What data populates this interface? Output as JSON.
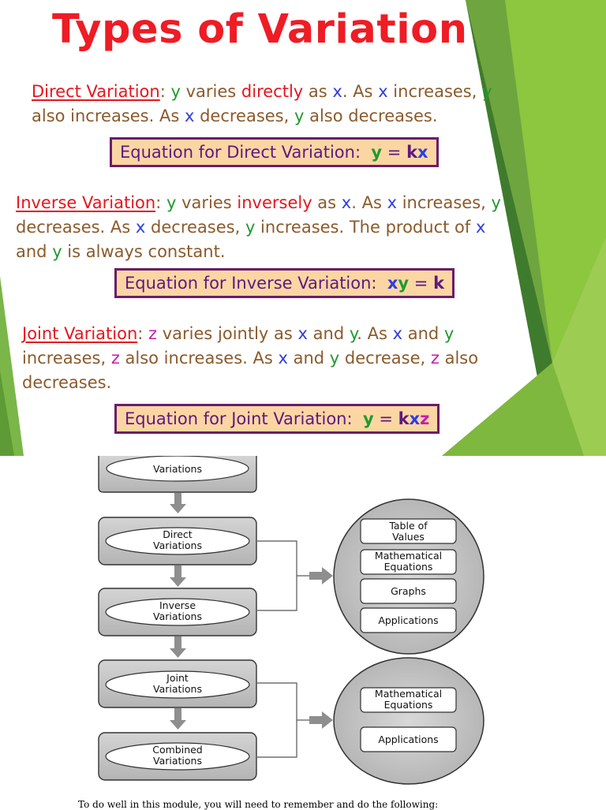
{
  "slide": {
    "title": "Types of Variation",
    "direct": {
      "label": "Direct Variation",
      "equation_label": "Equation for Direct Variation:",
      "equation": {
        "y": "y",
        "eq": "=",
        "k": "k",
        "x": "x"
      }
    },
    "inverse": {
      "label": "Inverse Variation",
      "equation_label": "Equation for Inverse Variation:",
      "equation": {
        "x": "x",
        "y": "y",
        "eq": "=",
        "k": "k"
      }
    },
    "joint": {
      "label": "Joint Variation",
      "equation_label": "Equation for Joint Variation:",
      "equation": {
        "y": "y",
        "eq": "=",
        "k": "k",
        "x": "x",
        "z": "z"
      }
    }
  },
  "diagram": {
    "flow_nodes": [
      "Variations",
      "Direct Variations",
      "Inverse Variations",
      "Joint Variations",
      "Combined Variations"
    ],
    "group1": [
      "Table of Values",
      "Mathematical Equations",
      "Graphs",
      "Applications"
    ],
    "group2": [
      "Mathematical Equations",
      "Applications"
    ]
  },
  "footer": "To do well in this module, you will need to remember and do the following:",
  "colors": {
    "title_red": "#ee1c25",
    "body_brown": "#8b5a2b",
    "var_green": "#1f9a2d",
    "var_blue": "#2e3ce6",
    "var_magenta": "#c61eab",
    "equation_fill": "#fbd6a3",
    "equation_border": "#6a1d6b",
    "accent_green": "#8dc63f"
  }
}
